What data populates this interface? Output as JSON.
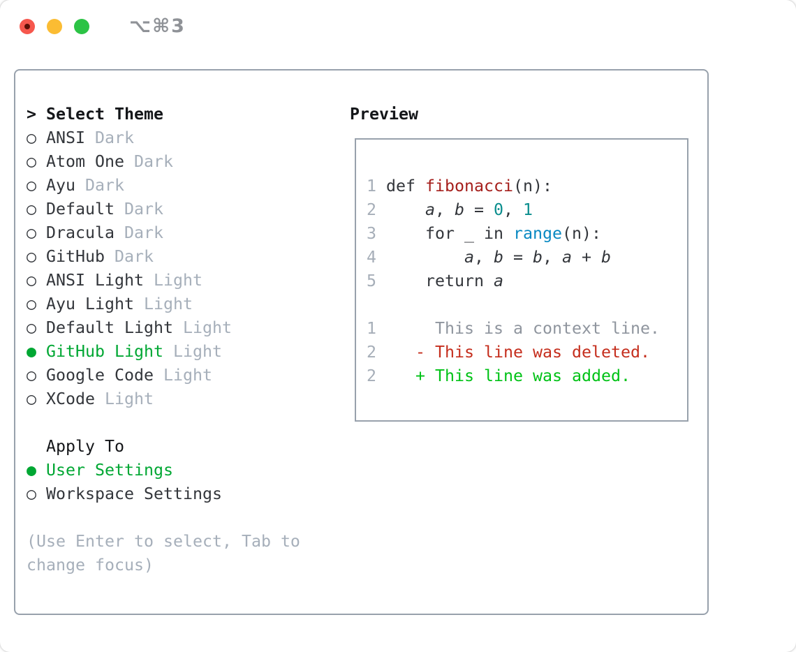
{
  "titlebar": {
    "title": "⌥⌘3"
  },
  "colors": {
    "panel_border": "#98a1ac",
    "header_text": "#141619",
    "item_text": "#33363b",
    "muted_text": "#a6afba",
    "selection_green": "#00a733",
    "diff_added_green": "#00c216",
    "diff_deleted_red": "#c52e1d",
    "function_red": "#a51f1c",
    "number_teal": "#0b8e8e",
    "builtin_blue": "#0989c2",
    "traffic_red": "#f6574d",
    "traffic_yellow": "#fbbc33",
    "traffic_green": "#2cc345"
  },
  "theme_list": {
    "prompt": ">",
    "title": "Select Theme",
    "items": [
      {
        "marker": "○",
        "name": "ANSI",
        "tag": "Dark",
        "selected": false
      },
      {
        "marker": "○",
        "name": "Atom One",
        "tag": "Dark",
        "selected": false
      },
      {
        "marker": "○",
        "name": "Ayu",
        "tag": "Dark",
        "selected": false
      },
      {
        "marker": "○",
        "name": "Default",
        "tag": "Dark",
        "selected": false
      },
      {
        "marker": "○",
        "name": "Dracula",
        "tag": "Dark",
        "selected": false
      },
      {
        "marker": "○",
        "name": "GitHub",
        "tag": "Dark",
        "selected": false
      },
      {
        "marker": "○",
        "name": "ANSI Light",
        "tag": "Light",
        "selected": false
      },
      {
        "marker": "○",
        "name": "Ayu Light",
        "tag": "Light",
        "selected": false
      },
      {
        "marker": "○",
        "name": "Default Light",
        "tag": "Light",
        "selected": false
      },
      {
        "marker": "●",
        "name": "GitHub Light",
        "tag": "Light",
        "selected": true
      },
      {
        "marker": "○",
        "name": "Google Code",
        "tag": "Light",
        "selected": false
      },
      {
        "marker": "○",
        "name": "XCode",
        "tag": "Light",
        "selected": false
      }
    ]
  },
  "apply_to": {
    "title": "Apply To",
    "items": [
      {
        "marker": "●",
        "label": "User Settings",
        "selected": true
      },
      {
        "marker": "○",
        "label": "Workspace Settings",
        "selected": false
      }
    ]
  },
  "help": {
    "line1": "(Use Enter to select, Tab to",
    "line2": "change focus)"
  },
  "preview": {
    "title": "Preview",
    "lines": [
      {
        "num": "1",
        "parts": [
          {
            "t": "def "
          },
          {
            "t": "fibonacci"
          },
          {
            "t": "(n):"
          }
        ]
      },
      {
        "num": "2",
        "parts": [
          {
            "t": "    "
          },
          {
            "t": "a"
          },
          {
            "t": ", "
          },
          {
            "t": "b"
          },
          {
            "t": " = "
          },
          {
            "t": "0"
          },
          {
            "t": ", "
          },
          {
            "t": "1"
          }
        ]
      },
      {
        "num": "3",
        "parts": [
          {
            "t": "    for _ in "
          },
          {
            "t": "range"
          },
          {
            "t": "(n):"
          }
        ]
      },
      {
        "num": "4",
        "parts": [
          {
            "t": "        "
          },
          {
            "t": "a"
          },
          {
            "t": ", "
          },
          {
            "t": "b"
          },
          {
            "t": " = "
          },
          {
            "t": "b"
          },
          {
            "t": ", "
          },
          {
            "t": "a"
          },
          {
            "t": " + "
          },
          {
            "t": "b"
          }
        ]
      },
      {
        "num": "5",
        "parts": [
          {
            "t": "    return "
          },
          {
            "t": "a"
          }
        ]
      },
      {
        "num": "",
        "parts": []
      },
      {
        "num": "1",
        "parts": [
          {
            "t": "     This is a context line."
          }
        ]
      },
      {
        "num": "2",
        "parts": [
          {
            "t": "   - This line was deleted."
          }
        ]
      },
      {
        "num": "2",
        "parts": [
          {
            "t": "   + This line was added."
          }
        ]
      }
    ]
  }
}
